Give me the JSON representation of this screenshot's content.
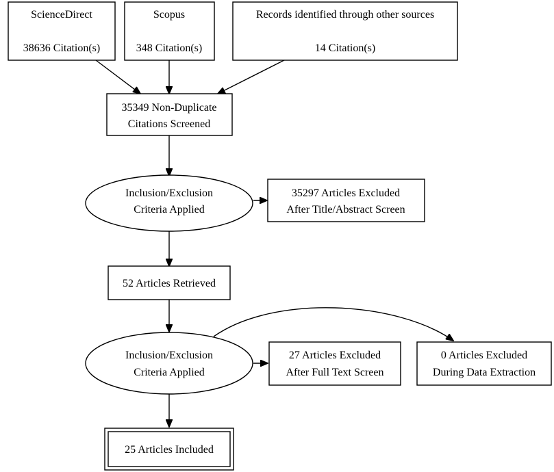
{
  "nodes": {
    "sciencedirect": {
      "line1": "ScienceDirect",
      "line2": "38636 Citation(s)"
    },
    "scopus": {
      "line1": "Scopus",
      "line2": "348 Citation(s)"
    },
    "other_sources": {
      "line1": "Records identified through other sources",
      "line2": "14 Citation(s)"
    },
    "screened": {
      "line1": "35349 Non-Duplicate",
      "line2": "Citations Screened"
    },
    "criteria_1": {
      "line1": "Inclusion/Exclusion",
      "line2": "Criteria Applied"
    },
    "excluded_title": {
      "line1": "35297 Articles Excluded",
      "line2": "After Title/Abstract Screen"
    },
    "retrieved": {
      "line1": "52 Articles Retrieved"
    },
    "criteria_2": {
      "line1": "Inclusion/Exclusion",
      "line2": "Criteria Applied"
    },
    "excluded_fulltext": {
      "line1": "27 Articles Excluded",
      "line2": "After Full Text Screen"
    },
    "excluded_extraction": {
      "line1": "0 Articles Excluded",
      "line2": "During Data Extraction"
    },
    "included": {
      "line1": "25 Articles Included"
    }
  }
}
